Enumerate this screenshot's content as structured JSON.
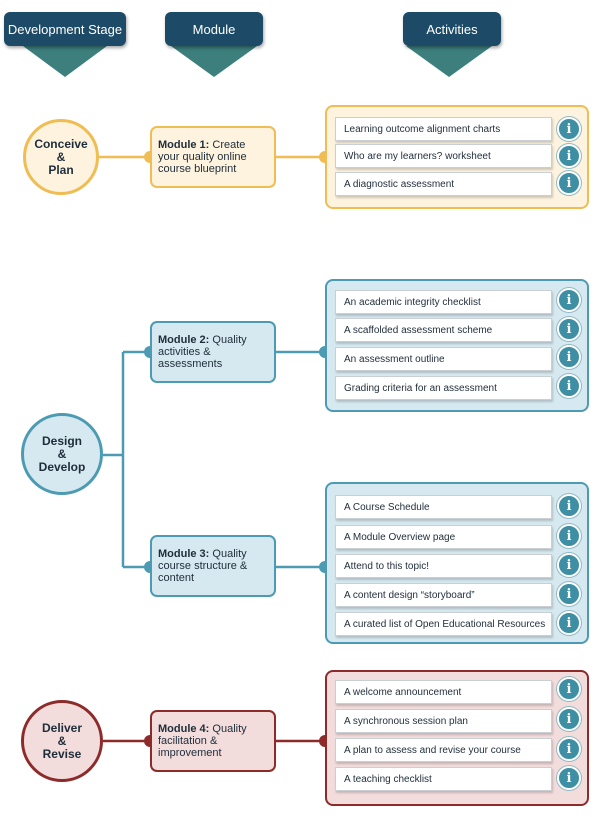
{
  "headers": {
    "development_stage": "Development Stage",
    "module": "Module",
    "activities": "Activities"
  },
  "colors": {
    "header": "#1d4a66",
    "header_arrow": "#3c7f7d",
    "conceive": {
      "stroke": "#f0bd55",
      "fill": "#fdf3de"
    },
    "design": {
      "stroke": "#4c9bb3",
      "fill": "#d6e9f0"
    },
    "deliver": {
      "stroke": "#8d2b2b",
      "fill": "#f2dcdc"
    },
    "info_icon": "#3e8ea4"
  },
  "stages": {
    "conceive": {
      "label": "Conceive\n&\nPlan"
    },
    "design": {
      "label": "Design\n&\nDevelop"
    },
    "deliver": {
      "label": "Deliver\n&\nRevise"
    }
  },
  "modules": {
    "m1": {
      "bold": "Module 1:",
      "text": " Create your quality online course blueprint"
    },
    "m2": {
      "bold": "Module 2:",
      "text": " Quality activities & assessments"
    },
    "m3": {
      "bold": "Module 3:",
      "text": " Quality course structure & content"
    },
    "m4": {
      "bold": "Module 4:",
      "text": " Quality facilitation & improvement"
    }
  },
  "activities": {
    "m1": [
      {
        "label": "Learning outcome alignment charts",
        "icon": "info-icon"
      },
      {
        "label": "Who are my learners? worksheet",
        "icon": "info-icon"
      },
      {
        "label": "A diagnostic assessment",
        "icon": "info-icon"
      }
    ],
    "m2": [
      {
        "label": "An academic integrity checklist",
        "icon": "info-icon"
      },
      {
        "label": "A scaffolded assessment scheme",
        "icon": "info-icon"
      },
      {
        "label": "An assessment outline",
        "icon": "info-icon"
      },
      {
        "label": "Grading criteria for an assessment",
        "icon": "info-icon"
      }
    ],
    "m3": [
      {
        "label": "A Course Schedule",
        "icon": "info-icon"
      },
      {
        "label": "A Module Overview page",
        "icon": "info-icon"
      },
      {
        "label": "Attend to this topic!",
        "icon": "info-icon"
      },
      {
        "label": "A content design “storyboard”",
        "icon": "info-icon"
      },
      {
        "label": "A curated list of Open Educational Resources",
        "icon": "info-icon"
      }
    ],
    "m4": [
      {
        "label": "A welcome announcement",
        "icon": "info-icon"
      },
      {
        "label": "A synchronous session plan",
        "icon": "info-icon"
      },
      {
        "label": "A plan to assess and revise your course",
        "icon": "info-icon"
      },
      {
        "label": "A teaching checklist",
        "icon": "info-icon"
      }
    ],
    "info_glyph": "i"
  }
}
